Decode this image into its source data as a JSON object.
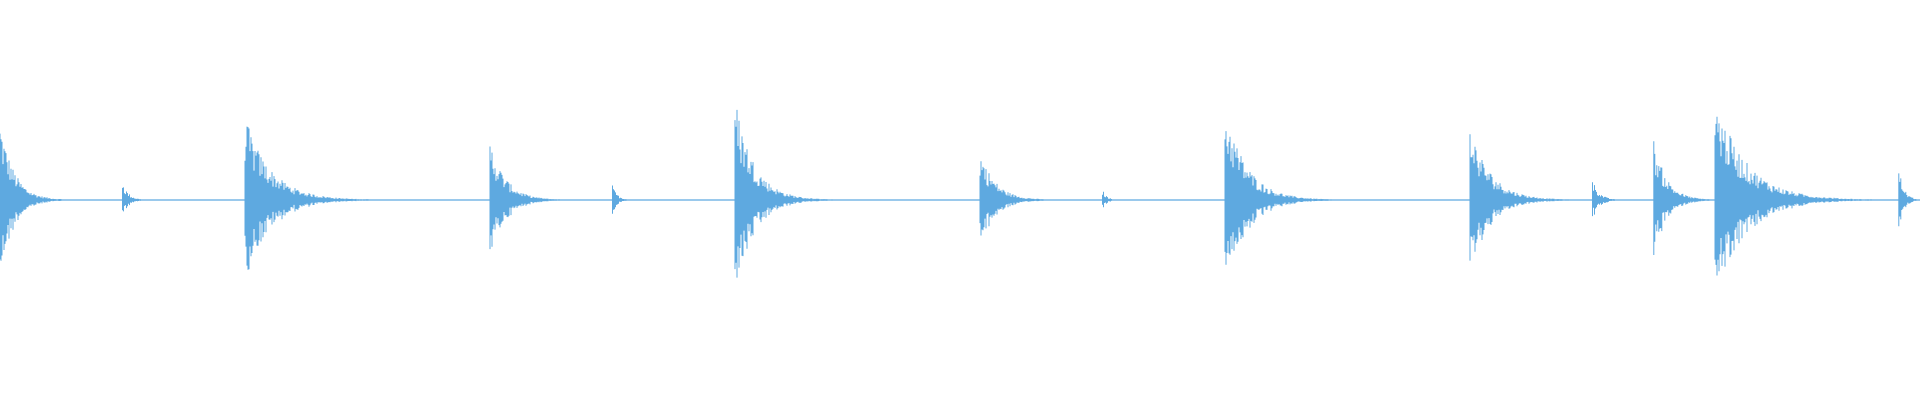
{
  "waveform": {
    "color": "#5ea9e0",
    "background": "#ffffff",
    "duration_beats": 16,
    "hits": [
      {
        "beat": 0.0,
        "strength": 0.78,
        "decay": 0.16
      },
      {
        "beat": 0.5,
        "strength": 0.18,
        "decay": 0.07
      },
      {
        "beat": 1.0,
        "strength": 0.8,
        "decay": 0.3
      },
      {
        "beat": 2.0,
        "strength": 0.58,
        "decay": 0.18
      },
      {
        "beat": 2.5,
        "strength": 0.14,
        "decay": 0.06
      },
      {
        "beat": 3.0,
        "strength": 1.0,
        "decay": 0.22
      },
      {
        "beat": 4.0,
        "strength": 0.48,
        "decay": 0.18
      },
      {
        "beat": 4.5,
        "strength": 0.1,
        "decay": 0.05
      },
      {
        "beat": 5.0,
        "strength": 0.92,
        "decay": 0.25
      },
      {
        "beat": 6.0,
        "strength": 0.72,
        "decay": 0.24
      },
      {
        "beat": 6.5,
        "strength": 0.2,
        "decay": 0.08
      },
      {
        "beat": 6.75,
        "strength": 0.58,
        "decay": 0.15
      },
      {
        "beat": 7.0,
        "strength": 1.0,
        "decay": 0.36
      },
      {
        "beat": 7.75,
        "strength": 0.32,
        "decay": 0.06
      }
    ]
  }
}
